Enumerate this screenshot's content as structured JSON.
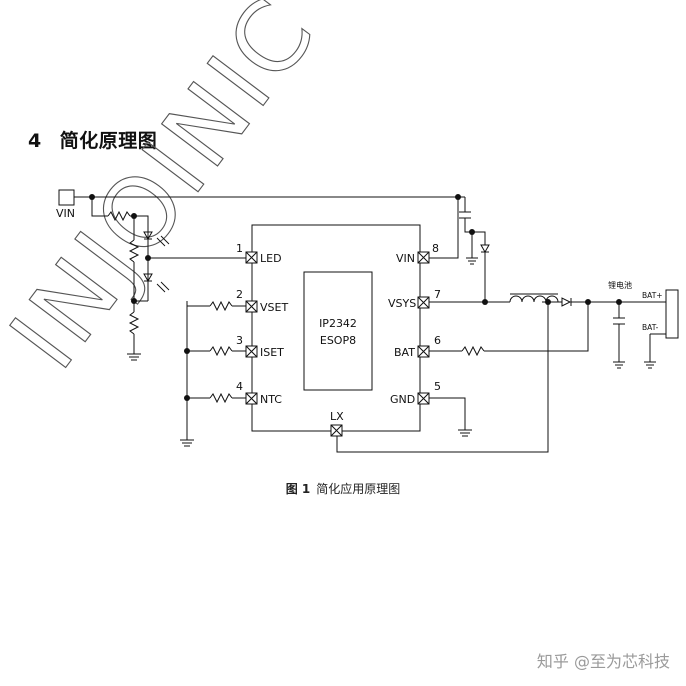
{
  "section": {
    "number": "4",
    "title": "简化原理图"
  },
  "watermark": "INJOINIC",
  "chip": {
    "part": "IP2342",
    "package": "ESOP8"
  },
  "pins": [
    {
      "num": "1",
      "name": "LED"
    },
    {
      "num": "2",
      "name": "VSET"
    },
    {
      "num": "3",
      "name": "ISET"
    },
    {
      "num": "4",
      "name": "NTC"
    },
    {
      "num": "5",
      "name": "GND"
    },
    {
      "num": "6",
      "name": "BAT"
    },
    {
      "num": "7",
      "name": "VSYS"
    },
    {
      "num": "8",
      "name": "VIN"
    },
    {
      "name": "LX"
    }
  ],
  "labels": {
    "vin": "VIN",
    "battery": "锂电池",
    "bat_plus": "BAT+",
    "bat_minus": "BAT-"
  },
  "caption": {
    "fig": "图 1",
    "text": "简化应用原理图"
  },
  "credit": "知乎 @至为芯科技"
}
